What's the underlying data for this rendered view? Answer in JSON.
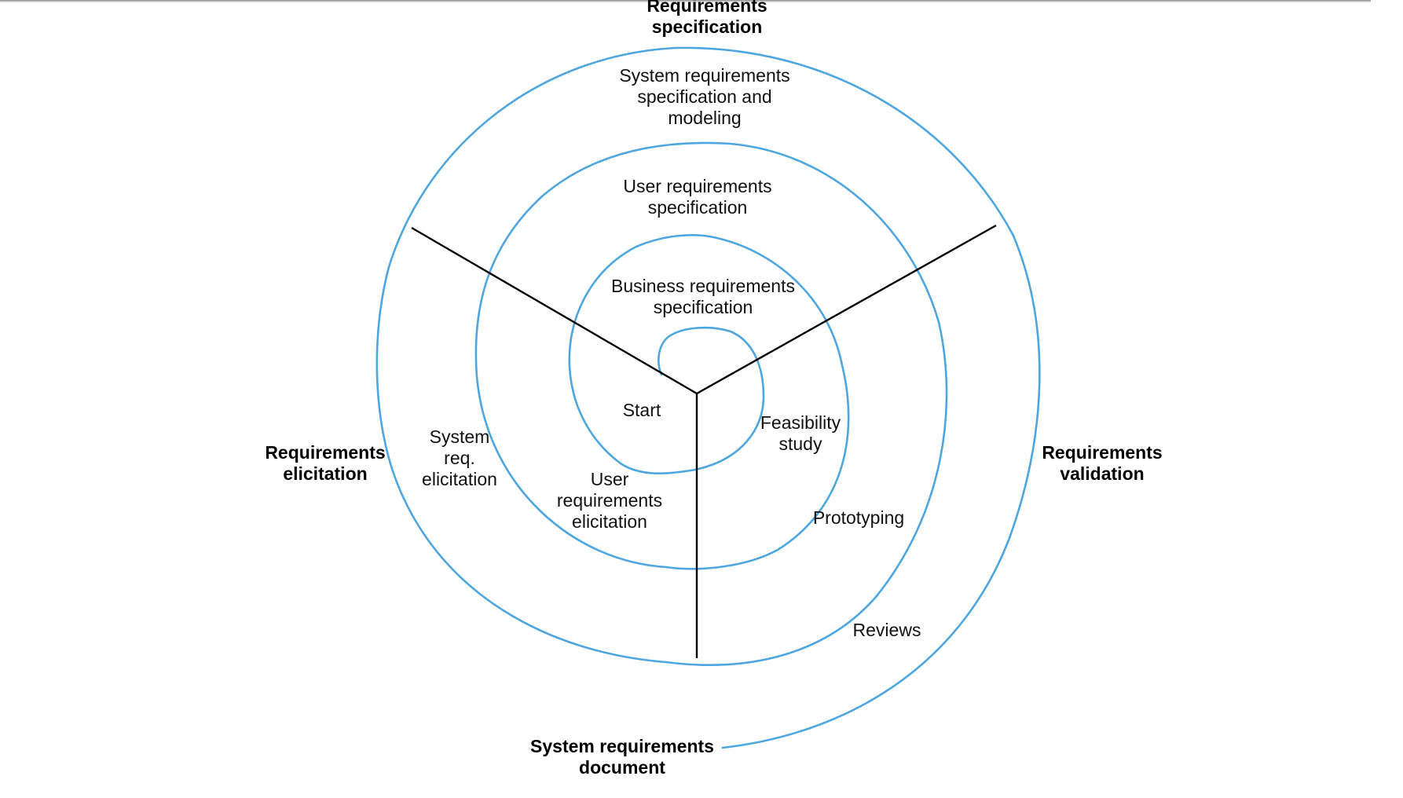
{
  "colors": {
    "spiral": "#4ea6e0",
    "axes": "#000000",
    "top_shadow": "#8c8c8c"
  },
  "sectors": {
    "top": [
      "Requirements",
      "specification"
    ],
    "left": [
      "Requirements",
      "elicitation"
    ],
    "right": [
      "Requirements",
      "validation"
    ],
    "output": [
      "System requirements",
      "document"
    ]
  },
  "spiral_labels": {
    "start": [
      "Start"
    ],
    "feasibility": [
      "Feasibility",
      "study"
    ],
    "user_elicitation": [
      "User",
      "requirements",
      "elicitation"
    ],
    "business_spec": [
      "Business requirements",
      "specification"
    ],
    "prototyping": [
      "Prototyping"
    ],
    "system_elicitation": [
      "System",
      "req.",
      "elicitation"
    ],
    "user_spec": [
      "User requirements",
      "specification"
    ],
    "reviews": [
      "Reviews"
    ],
    "system_spec": [
      "System requirements",
      "specification and",
      "modeling"
    ]
  }
}
